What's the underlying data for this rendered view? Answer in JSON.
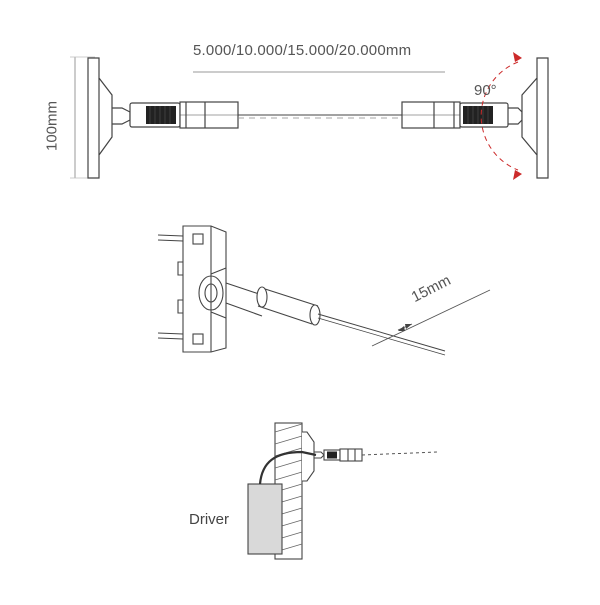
{
  "labels": {
    "length": "5.000/10.000/15.000/20.000mm",
    "height": "100mm",
    "angle": "90°",
    "diameter": "15mm",
    "driver": "Driver"
  },
  "colors": {
    "line": "#444444",
    "dim_line": "#999999",
    "arrow": "#cc2a2a",
    "driver_fill": "#d9d9d9",
    "connector_dark": "#222222"
  }
}
